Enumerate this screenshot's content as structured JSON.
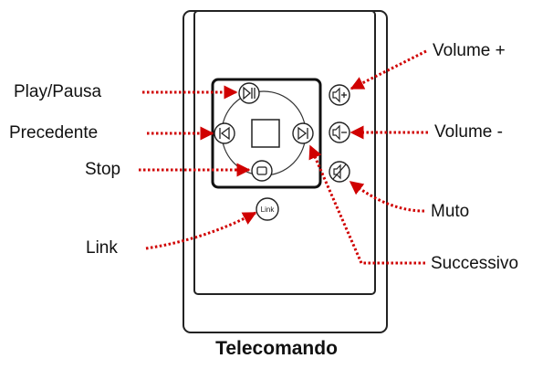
{
  "caption": "Telecomando",
  "colors": {
    "arrow": "#d00000",
    "outline": "#222222",
    "background": "#ffffff"
  },
  "buttons": {
    "play_pause": {
      "icon": "play-pause-icon"
    },
    "previous": {
      "icon": "skip-previous-icon"
    },
    "next": {
      "icon": "skip-next-icon"
    },
    "stop": {
      "icon": "stop-icon"
    },
    "link": {
      "label": "Link"
    },
    "volume_up": {
      "icon": "volume-up-icon"
    },
    "volume_down": {
      "icon": "volume-down-icon"
    },
    "mute": {
      "icon": "mute-icon"
    }
  },
  "labels": {
    "play_pause": "Play/Pausa",
    "previous": "Precedente",
    "stop": "Stop",
    "link": "Link",
    "volume_up": "Volume +",
    "volume_down": "Volume -",
    "mute": "Muto",
    "next": "Successivo"
  }
}
